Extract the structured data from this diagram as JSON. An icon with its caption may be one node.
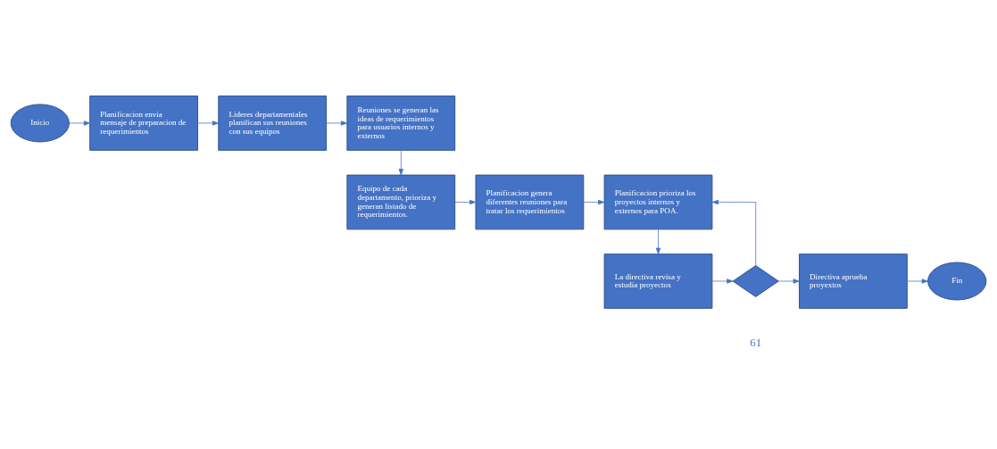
{
  "diagram": {
    "nodes": [
      {
        "text": [
          "Inicio"
        ]
      },
      {
        "text": [
          "Planificacion envia mensaje de preparacion de requerimientos"
        ]
      },
      {
        "text": [
          "Lideres departamentales planifican sus reuniones con sus equipos"
        ]
      },
      {
        "text": [
          "Reuniones se generan las ideas de requerimientos para usuarios internos y externos"
        ]
      },
      {
        "text": [
          "Equipo de cada departamento, prioriza y generan listado de requerimientos."
        ]
      },
      {
        "text": [
          "Planificacion genera diferentes reuniones para tratar los requerimientos"
        ]
      },
      {
        "text": [
          "Planificacion prioriza los proyectos internos y externos para POA."
        ]
      },
      {
        "text": [
          "La directiva revisa y estudia proyectos"
        ]
      },
      {
        "text": [],
        "shape": "diamond"
      },
      {
        "text": [
          "Directiva aprueba proyextos"
        ]
      },
      {
        "text": [
          "Fin"
        ]
      }
    ],
    "edges": [
      {
        "from": 0,
        "to": 1,
        "arrow": "to"
      },
      {
        "from": 1,
        "to": 2,
        "arrow": "to"
      },
      {
        "from": 2,
        "to": 3,
        "arrow": "to"
      },
      {
        "from": 3,
        "to": 4,
        "arrow": "to"
      },
      {
        "from": 4,
        "to": 5,
        "arrow": "to"
      },
      {
        "from": 5,
        "to": 6,
        "arrow": "to"
      },
      {
        "from": 6,
        "to": 7,
        "arrow": "to"
      },
      {
        "from": 7,
        "to": 8,
        "arrow": "to"
      },
      {
        "from": 8,
        "to": 9,
        "arrow": "to"
      },
      {
        "from": 9,
        "to": 10,
        "arrow": "to"
      },
      {
        "from": 8,
        "to": 6,
        "arrow": "to"
      }
    ],
    "labels": [
      "61"
    ]
  }
}
